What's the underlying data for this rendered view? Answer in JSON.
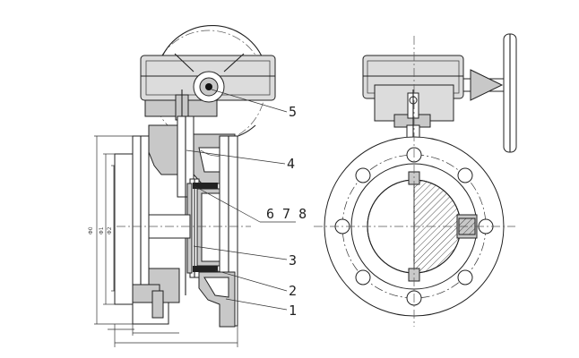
{
  "callouts": {
    "part_5": "5",
    "part_4": "4",
    "parts_678": "6 7 8",
    "part_3": "3",
    "part_2": "2",
    "part_1": "1"
  },
  "dimensions": {
    "d0": "Φ0",
    "d1": "Φ1",
    "d2": "Φ2"
  }
}
